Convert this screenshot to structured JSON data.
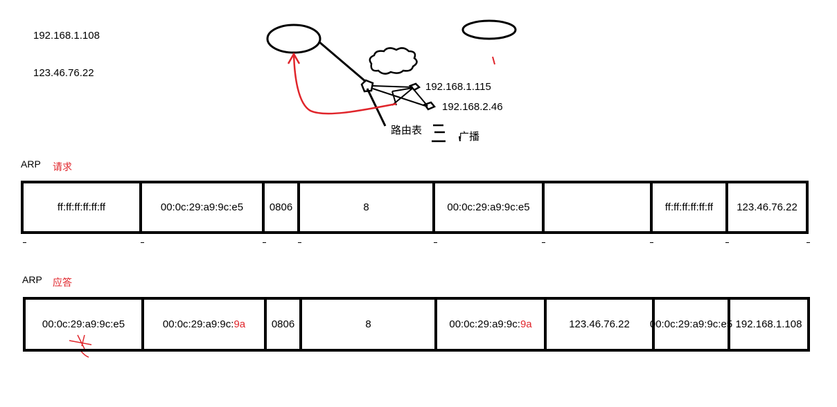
{
  "labels": {
    "ip_a": "192.168.1.108",
    "ip_b": "123.46.76.22",
    "ip_c": "192.168.1.115",
    "ip_d": "192.168.2.46",
    "routing_table": "路由表",
    "broadcast": "广播"
  },
  "arp_request": {
    "title": "ARP",
    "subtitle": "请求",
    "fields": [
      {
        "parts": [
          {
            "text": "ff:ff:ff:ff:ff:ff"
          }
        ]
      },
      {
        "parts": [
          {
            "text": "00:0c:29:a9:9c:e5"
          }
        ]
      },
      {
        "parts": [
          {
            "text": "0806"
          }
        ]
      },
      {
        "parts": [
          {
            "text": "8"
          }
        ]
      },
      {
        "parts": [
          {
            "text": "00:0c:29:a9:9c:e5"
          }
        ]
      },
      {
        "parts": [
          {
            "text": ""
          }
        ]
      },
      {
        "parts": [
          {
            "text": "ff:ff:ff:ff:ff:ff"
          }
        ]
      },
      {
        "parts": [
          {
            "text": "123.46.76.22"
          }
        ]
      }
    ]
  },
  "arp_reply": {
    "title": "ARP",
    "subtitle": "应答",
    "fields": [
      {
        "parts": [
          {
            "text": "00:0c:29:a9:9c:e5"
          }
        ]
      },
      {
        "parts": [
          {
            "text": "00:0c:29:a9:9c:"
          },
          {
            "text": "9a",
            "red": true
          }
        ]
      },
      {
        "parts": [
          {
            "text": "0806"
          }
        ]
      },
      {
        "parts": [
          {
            "text": "8"
          }
        ]
      },
      {
        "parts": [
          {
            "text": "00:0c:29:a9:9c:"
          },
          {
            "text": "9a",
            "red": true
          }
        ]
      },
      {
        "parts": [
          {
            "text": "123.46.76.22"
          }
        ]
      },
      {
        "parts": [
          {
            "text": "00:0c:29:a9:9c:e5"
          }
        ]
      },
      {
        "parts": [
          {
            "text": "192.168.1.108"
          }
        ]
      }
    ]
  },
  "colors": {
    "accent": "#e0252b",
    "ink": "#000000"
  }
}
